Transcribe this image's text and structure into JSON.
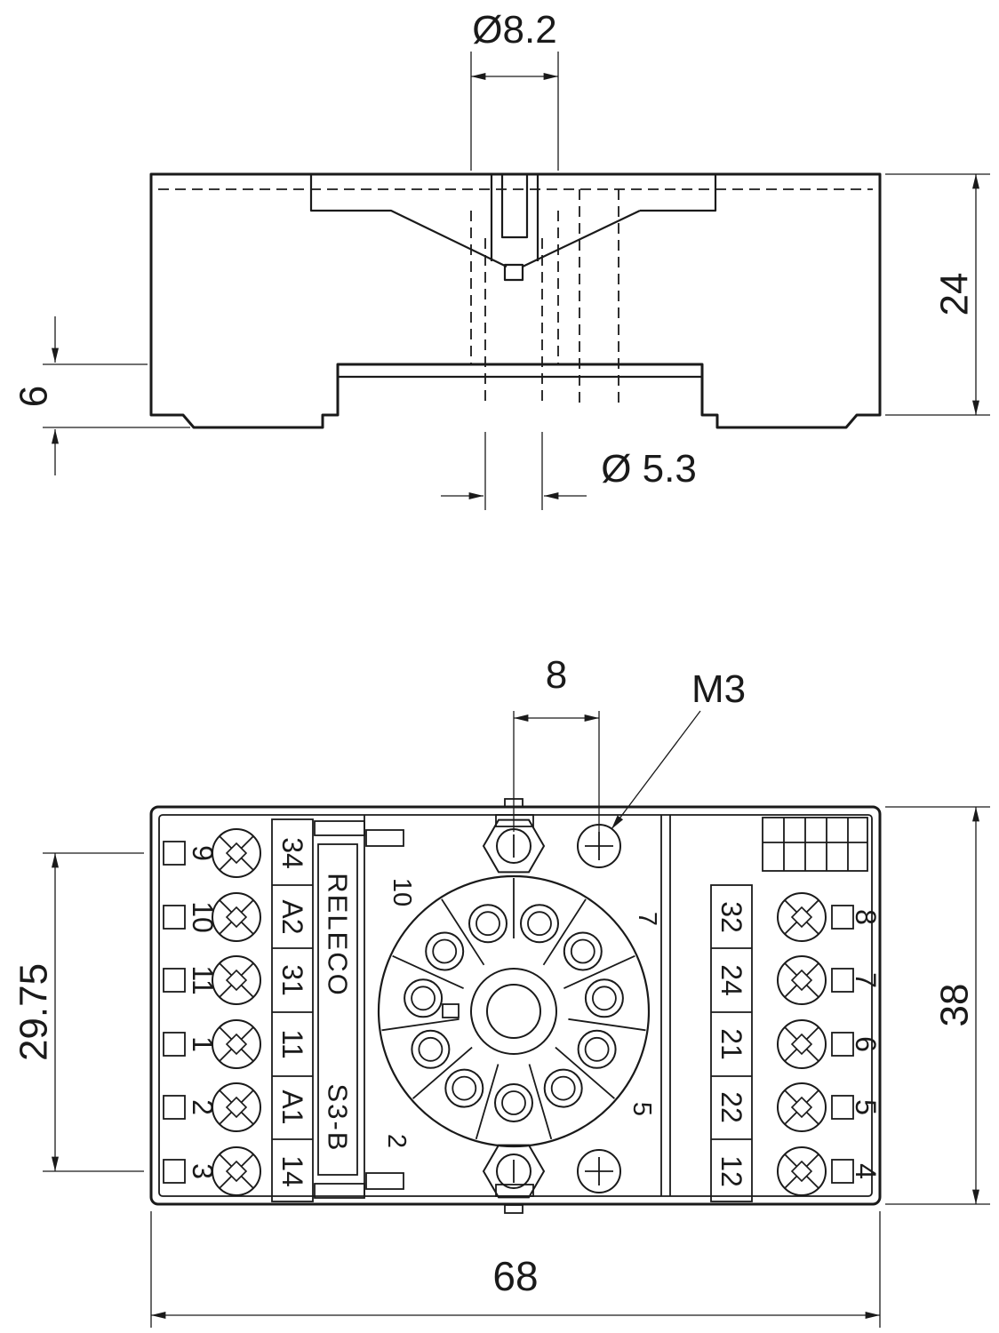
{
  "page": {
    "background": "#ffffff",
    "line_color": "#1a1a1a"
  },
  "dimensions": {
    "top_hole_dia": "Ø8.2",
    "body_height": "24",
    "rail_depth": "6",
    "bottom_hole_dia": "Ø 5.3",
    "screw_offset": "8",
    "screw_thread": "M3",
    "terminal_span": "29.75",
    "body_depth": "38",
    "body_width": "68"
  },
  "labels": {
    "brand": "RELECO",
    "model": "S3-B",
    "left_terminals": [
      "9",
      "10",
      "11",
      "1",
      "2",
      "3"
    ],
    "left_contacts": [
      "34",
      "A2",
      "31",
      "11",
      "A1",
      "14"
    ],
    "right_contacts": [
      "32",
      "24",
      "21",
      "22",
      "12"
    ],
    "right_terminals": [
      "8",
      "7",
      "6",
      "5",
      "4"
    ],
    "socket_marks": {
      "upper_left": "10",
      "lower_left": "2",
      "upper_right": "7",
      "lower_right": "5"
    }
  }
}
